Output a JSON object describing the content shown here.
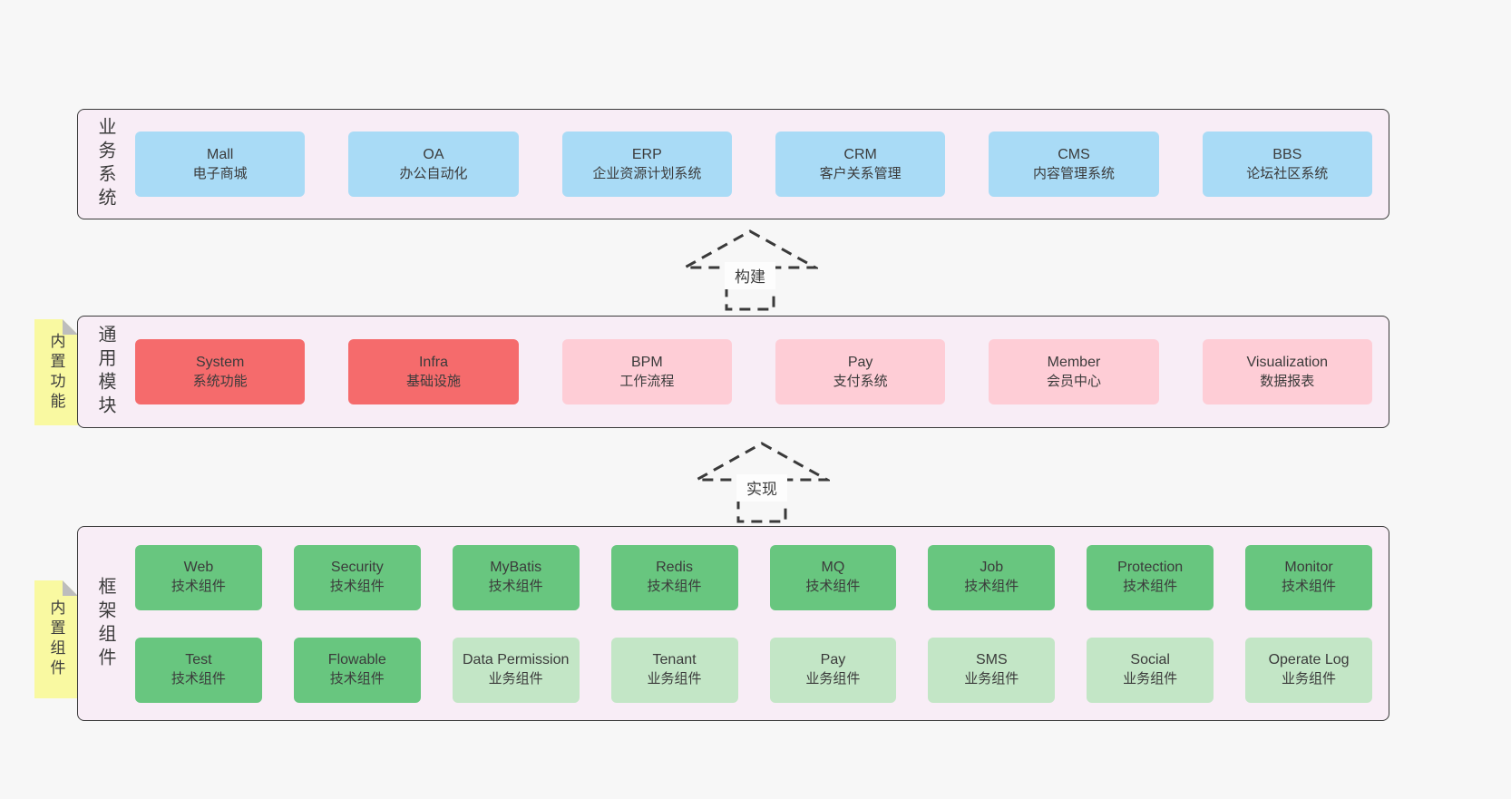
{
  "colors": {
    "page_bg": "#f7f7f7",
    "panel_bg": "#f8edf6",
    "panel_border": "#3a3a3a",
    "blue": "#a9dbf6",
    "red": "#f56b6c",
    "pink": "#fecdd6",
    "green": "#68c67f",
    "lightgreen": "#c3e6c6",
    "yellow": "#f9f9a1",
    "fold_gray": "#bdbdbd",
    "text": "#3c3c3c"
  },
  "arrows": [
    {
      "label": "构建"
    },
    {
      "label": "实现"
    }
  ],
  "layers": {
    "business": {
      "label": "业务系统",
      "boxes": [
        {
          "name": "Mall",
          "sub": "电子商城"
        },
        {
          "name": "OA",
          "sub": "办公自动化"
        },
        {
          "name": "ERP",
          "sub": "企业资源计划系统"
        },
        {
          "name": "CRM",
          "sub": "客户关系管理"
        },
        {
          "name": "CMS",
          "sub": "内容管理系统"
        },
        {
          "name": "BBS",
          "sub": "论坛社区系统"
        }
      ]
    },
    "modules": {
      "label": "通用模块",
      "tab": "内置功能",
      "boxes": [
        {
          "name": "System",
          "sub": "系统功能"
        },
        {
          "name": "Infra",
          "sub": "基础设施"
        },
        {
          "name": "BPM",
          "sub": "工作流程"
        },
        {
          "name": "Pay",
          "sub": "支付系统"
        },
        {
          "name": "Member",
          "sub": "会员中心"
        },
        {
          "name": "Visualization",
          "sub": "数据报表"
        }
      ]
    },
    "components": {
      "label": "框架组件",
      "tab": "内置组件",
      "rows": [
        [
          {
            "name": "Web",
            "sub": "技术组件"
          },
          {
            "name": "Security",
            "sub": "技术组件"
          },
          {
            "name": "MyBatis",
            "sub": "技术组件"
          },
          {
            "name": "Redis",
            "sub": "技术组件"
          },
          {
            "name": "MQ",
            "sub": "技术组件"
          },
          {
            "name": "Job",
            "sub": "技术组件"
          },
          {
            "name": "Protection",
            "sub": "技术组件"
          },
          {
            "name": "Monitor",
            "sub": "技术组件"
          }
        ],
        [
          {
            "name": "Test",
            "sub": "技术组件"
          },
          {
            "name": "Flowable",
            "sub": "技术组件"
          },
          {
            "name": "Data Permission",
            "sub": "业务组件"
          },
          {
            "name": "Tenant",
            "sub": "业务组件"
          },
          {
            "name": "Pay",
            "sub": "业务组件"
          },
          {
            "name": "SMS",
            "sub": "业务组件"
          },
          {
            "name": "Social",
            "sub": "业务组件"
          },
          {
            "name": "Operate Log",
            "sub": "业务组件"
          }
        ]
      ]
    }
  }
}
